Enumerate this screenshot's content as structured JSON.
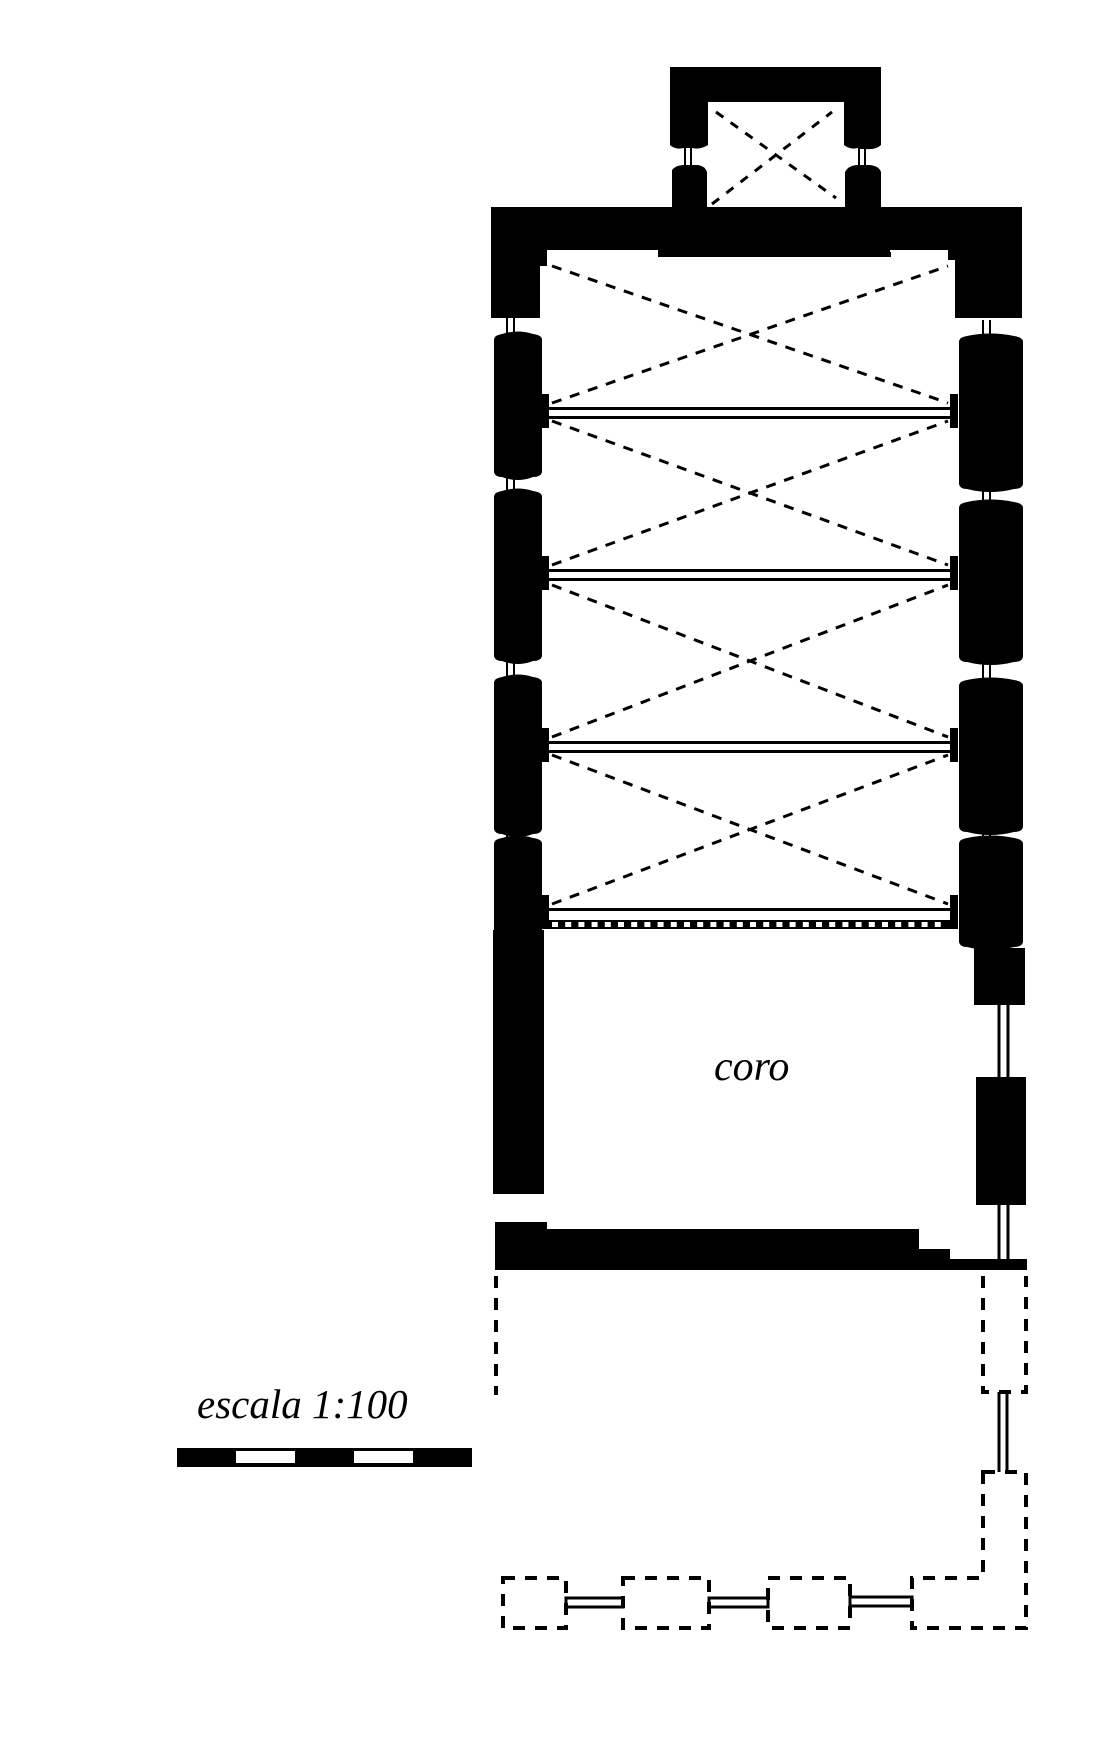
{
  "drawing": {
    "type": "architectural floor plan",
    "room_label": "coro",
    "scale_label": "escala 1:100",
    "scale_bar_segments": 5,
    "vault_bays": 4,
    "colors": {
      "wall": "#000000",
      "background": "#ffffff"
    }
  }
}
